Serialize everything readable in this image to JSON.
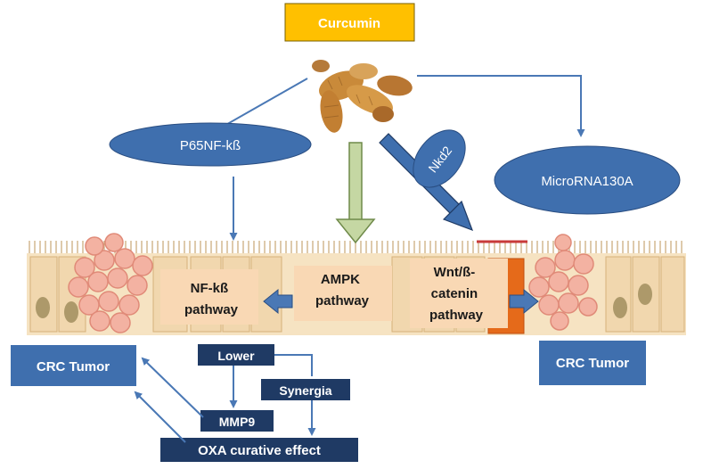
{
  "colors": {
    "curcumin_box": "#ffc000",
    "node_blue": "#3f6fae",
    "dark_navy": "#1f3a64",
    "arrow_blue": "#5b86bf",
    "arrow_green": "#c5d7a3",
    "tissue": "#f6e3c2",
    "tumor_cell": "#f3b2a2",
    "pathway_box": "#f9d8b4"
  },
  "compound": {
    "label": "Curcumin",
    "icon": "turmeric-root-icon"
  },
  "mediators": {
    "p65": "P65NF-kß",
    "nkd2": "Nkd2",
    "microrna": "MicroRNA130A"
  },
  "pathways": {
    "nfkb": [
      "NF-kß",
      "pathway"
    ],
    "ampk": [
      "AMPK",
      "pathway"
    ],
    "wnt": [
      "Wnt/ß-",
      "catenin",
      "pathway"
    ]
  },
  "effects": {
    "lower": "Lower",
    "synergia": "Synergia",
    "mmp9": "MMP9",
    "oxa": "OXA curative effect"
  },
  "outcomes": {
    "left_tumor": "CRC Tumor",
    "right_tumor": "CRC Tumor"
  }
}
